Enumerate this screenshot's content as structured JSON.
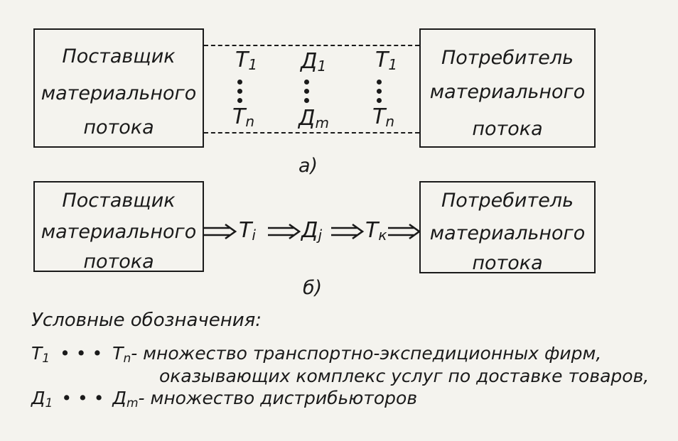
{
  "diagram_a": {
    "supplier": [
      "Поставщик",
      "материального",
      "потока"
    ],
    "consumer": [
      "Потребитель",
      "материального",
      "потока"
    ],
    "columns": [
      {
        "top": "T",
        "top_sub": "1",
        "bottom": "T",
        "bottom_sub": "n"
      },
      {
        "top": "Д",
        "top_sub": "1",
        "bottom": "Д",
        "bottom_sub": "m"
      },
      {
        "top": "T",
        "top_sub": "1",
        "bottom": "T",
        "bottom_sub": "n"
      }
    ],
    "caption": "а)"
  },
  "diagram_b": {
    "supplier": [
      "Поставщик",
      "материального",
      "потока"
    ],
    "consumer": [
      "Потребитель",
      "материального",
      "потока"
    ],
    "chain": [
      {
        "sym": "T",
        "sub": "i"
      },
      {
        "sym": "Д",
        "sub": "j"
      },
      {
        "sym": "T",
        "sub": "к"
      }
    ],
    "caption": "б)"
  },
  "legend": {
    "title": "Условные обозначения:",
    "t_first": "T",
    "t_first_sub": "1",
    "t_dots": "• • •",
    "t_last": "T",
    "t_last_sub": "n",
    "t_text_1": "- множество транспортно-экспедиционных фирм,",
    "t_text_2": "оказывающих комплекс услуг по доставке товаров,",
    "d_first": "Д",
    "d_first_sub": "1",
    "d_dots": "• • •",
    "d_last": "Д",
    "d_last_sub": "m",
    "d_text": "- множество дистрибьюторов"
  }
}
